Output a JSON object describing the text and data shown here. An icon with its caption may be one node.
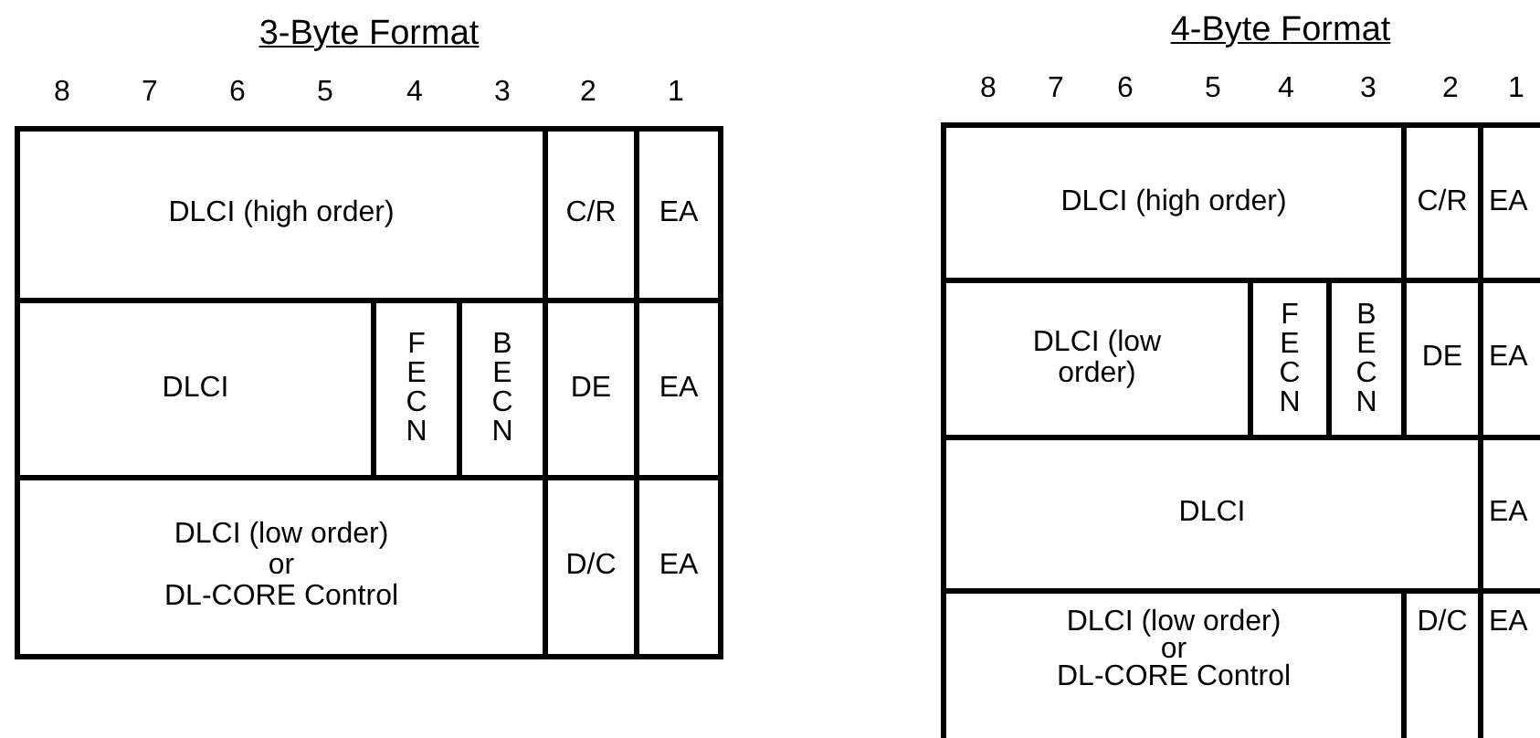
{
  "diagram": {
    "nodes": [
      {
        "text": [
          "DLCI (high order)"
        ]
      },
      {
        "text": [
          "C/R"
        ]
      },
      {
        "text": [
          "EA"
        ]
      },
      {
        "text": [
          "DLCI"
        ]
      },
      {
        "text": [
          "FECN"
        ]
      },
      {
        "text": [
          "BECN"
        ]
      },
      {
        "text": [
          "DE"
        ]
      },
      {
        "text": [
          "EA"
        ]
      },
      {
        "text": [
          "DLCI (low order)",
          "or",
          "DL-CORE Control"
        ]
      },
      {
        "text": [
          "D/C"
        ]
      },
      {
        "text": [
          "EA"
        ]
      },
      {
        "text": [
          "DLCI (high order)"
        ]
      },
      {
        "text": [
          "C/R"
        ]
      },
      {
        "text": [
          "EA"
        ]
      },
      {
        "text": [
          "DLCI (low order)"
        ]
      },
      {
        "text": [
          "FECN"
        ]
      },
      {
        "text": [
          "BECN"
        ]
      },
      {
        "text": [
          "DE"
        ]
      },
      {
        "text": [
          "EA"
        ]
      },
      {
        "text": [
          "DLCI"
        ]
      },
      {
        "text": [
          "EA"
        ]
      },
      {
        "text": [
          "DLCI (low order)",
          "or",
          "DL-CORE Control"
        ]
      },
      {
        "text": [
          "D/C"
        ]
      },
      {
        "text": [
          "EA"
        ]
      }
    ],
    "labels": [
      "3-Byte Format",
      "4-Byte Format",
      "8",
      "7",
      "6",
      "5",
      "4",
      "3",
      "2",
      "1",
      "8",
      "7",
      "6",
      "5",
      "4",
      "3",
      "2",
      "1"
    ]
  }
}
